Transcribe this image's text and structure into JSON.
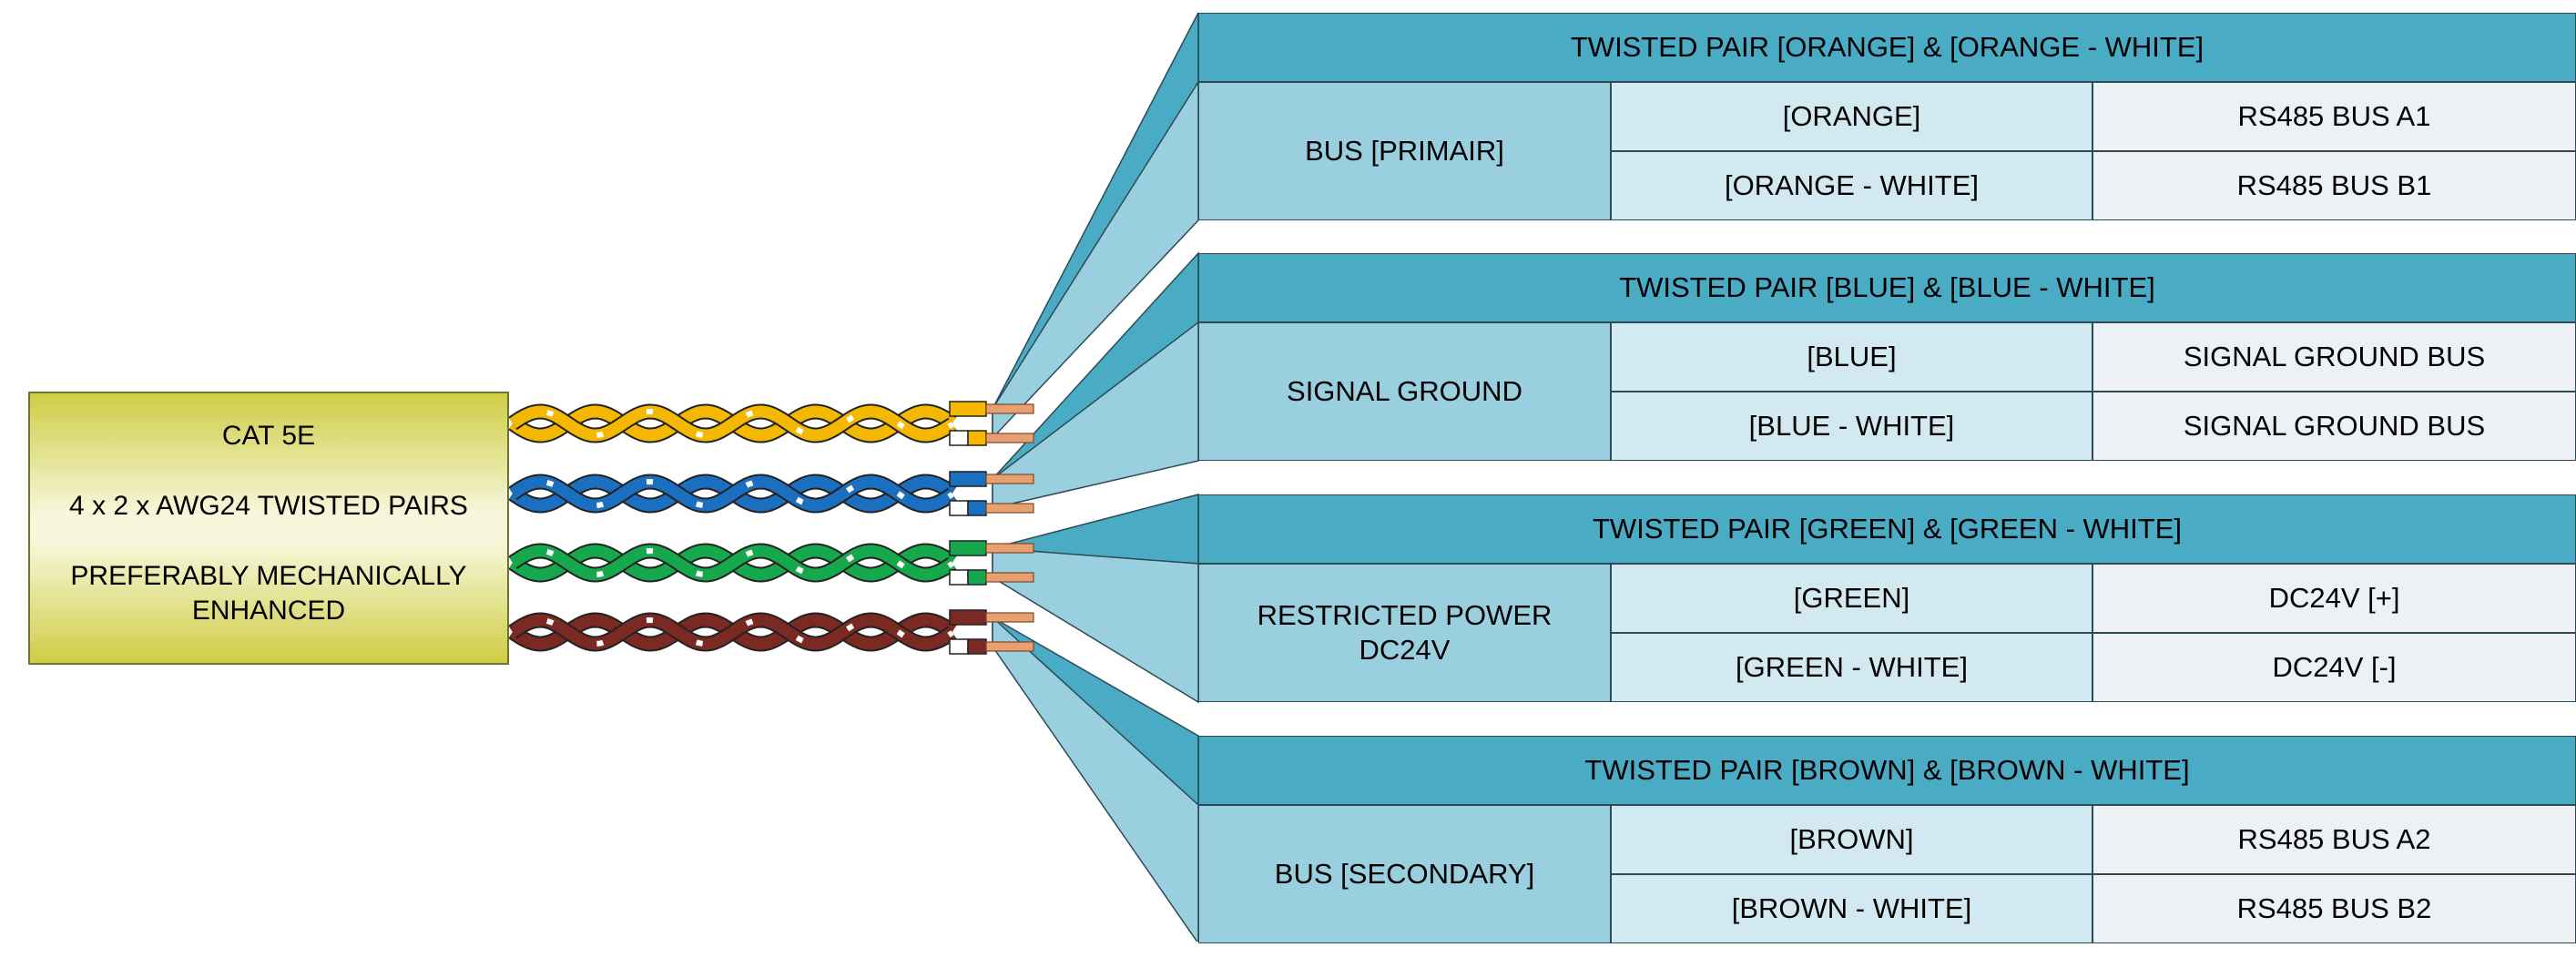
{
  "cable": {
    "type": "CAT 5E",
    "spec": "4 x 2 x AWG24 TWISTED PAIRS",
    "note_line1": "PREFERABLY MECHANICALLY",
    "note_line2": "ENHANCED"
  },
  "pairs": [
    {
      "header": "TWISTED PAIR [ORANGE] & [ORANGE - WHITE]",
      "function": "BUS [PRIMAIR]",
      "function_line2": "",
      "color": "#f5b800",
      "rows": [
        {
          "wire": "[ORANGE]",
          "signal": "RS485 BUS A1"
        },
        {
          "wire": "[ORANGE - WHITE]",
          "signal": "RS485 BUS B1"
        }
      ]
    },
    {
      "header": "TWISTED PAIR [BLUE] & [BLUE - WHITE]",
      "function": "SIGNAL GROUND",
      "function_line2": "",
      "color": "#1a6fc0",
      "rows": [
        {
          "wire": "[BLUE]",
          "signal": "SIGNAL GROUND BUS"
        },
        {
          "wire": "[BLUE - WHITE]",
          "signal": "SIGNAL GROUND BUS"
        }
      ]
    },
    {
      "header": "TWISTED PAIR [GREEN] & [GREEN - WHITE]",
      "function": "RESTRICTED POWER",
      "function_line2": "DC24V",
      "color": "#16a84c",
      "rows": [
        {
          "wire": "[GREEN]",
          "signal": "DC24V [+]"
        },
        {
          "wire": "[GREEN - WHITE]",
          "signal": "DC24V [-]"
        }
      ]
    },
    {
      "header": "TWISTED PAIR [BROWN] & [BROWN - WHITE]",
      "function": "BUS [SECONDARY]",
      "function_line2": "",
      "color": "#7a2a22",
      "rows": [
        {
          "wire": "[BROWN]",
          "signal": "RS485 BUS A2"
        },
        {
          "wire": "[BROWN - WHITE]",
          "signal": "RS485 BUS B2"
        }
      ]
    }
  ],
  "colors": {
    "header_fill": "#4aabc5",
    "function_fill": "#99cfdf",
    "wire_fill": "#d3e9f1",
    "signal_fill": "#edf1f6",
    "cable_fill": "#cfcd45",
    "copper": "#e8a070"
  }
}
